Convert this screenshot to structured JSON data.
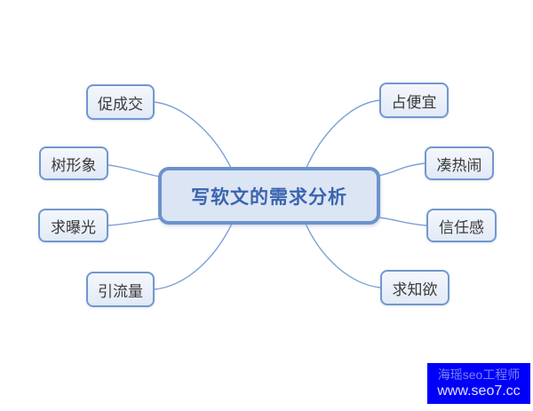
{
  "central": {
    "label": "写软文的需求分析"
  },
  "branches": {
    "left": [
      {
        "label": "促成交"
      },
      {
        "label": "树形象"
      },
      {
        "label": "求曝光"
      },
      {
        "label": "引流量"
      }
    ],
    "right": [
      {
        "label": "占便宜"
      },
      {
        "label": "凑热闹"
      },
      {
        "label": "信任感"
      },
      {
        "label": "求知欲"
      }
    ]
  },
  "watermark": {
    "line1": "海瑶seo工程师",
    "line2": "www.seo7.cc"
  },
  "colors": {
    "connector": "#7ca1d6",
    "central_border": "#6c92cc",
    "central_fill": "#dce5f4",
    "central_text": "#3a64ae",
    "branch_border": "#7297cf",
    "branch_text": "#3a3a3a",
    "watermark_bg": "#0000fa",
    "watermark_text_top": "#7b83ea",
    "watermark_text_bottom": "#e3e3fd"
  }
}
